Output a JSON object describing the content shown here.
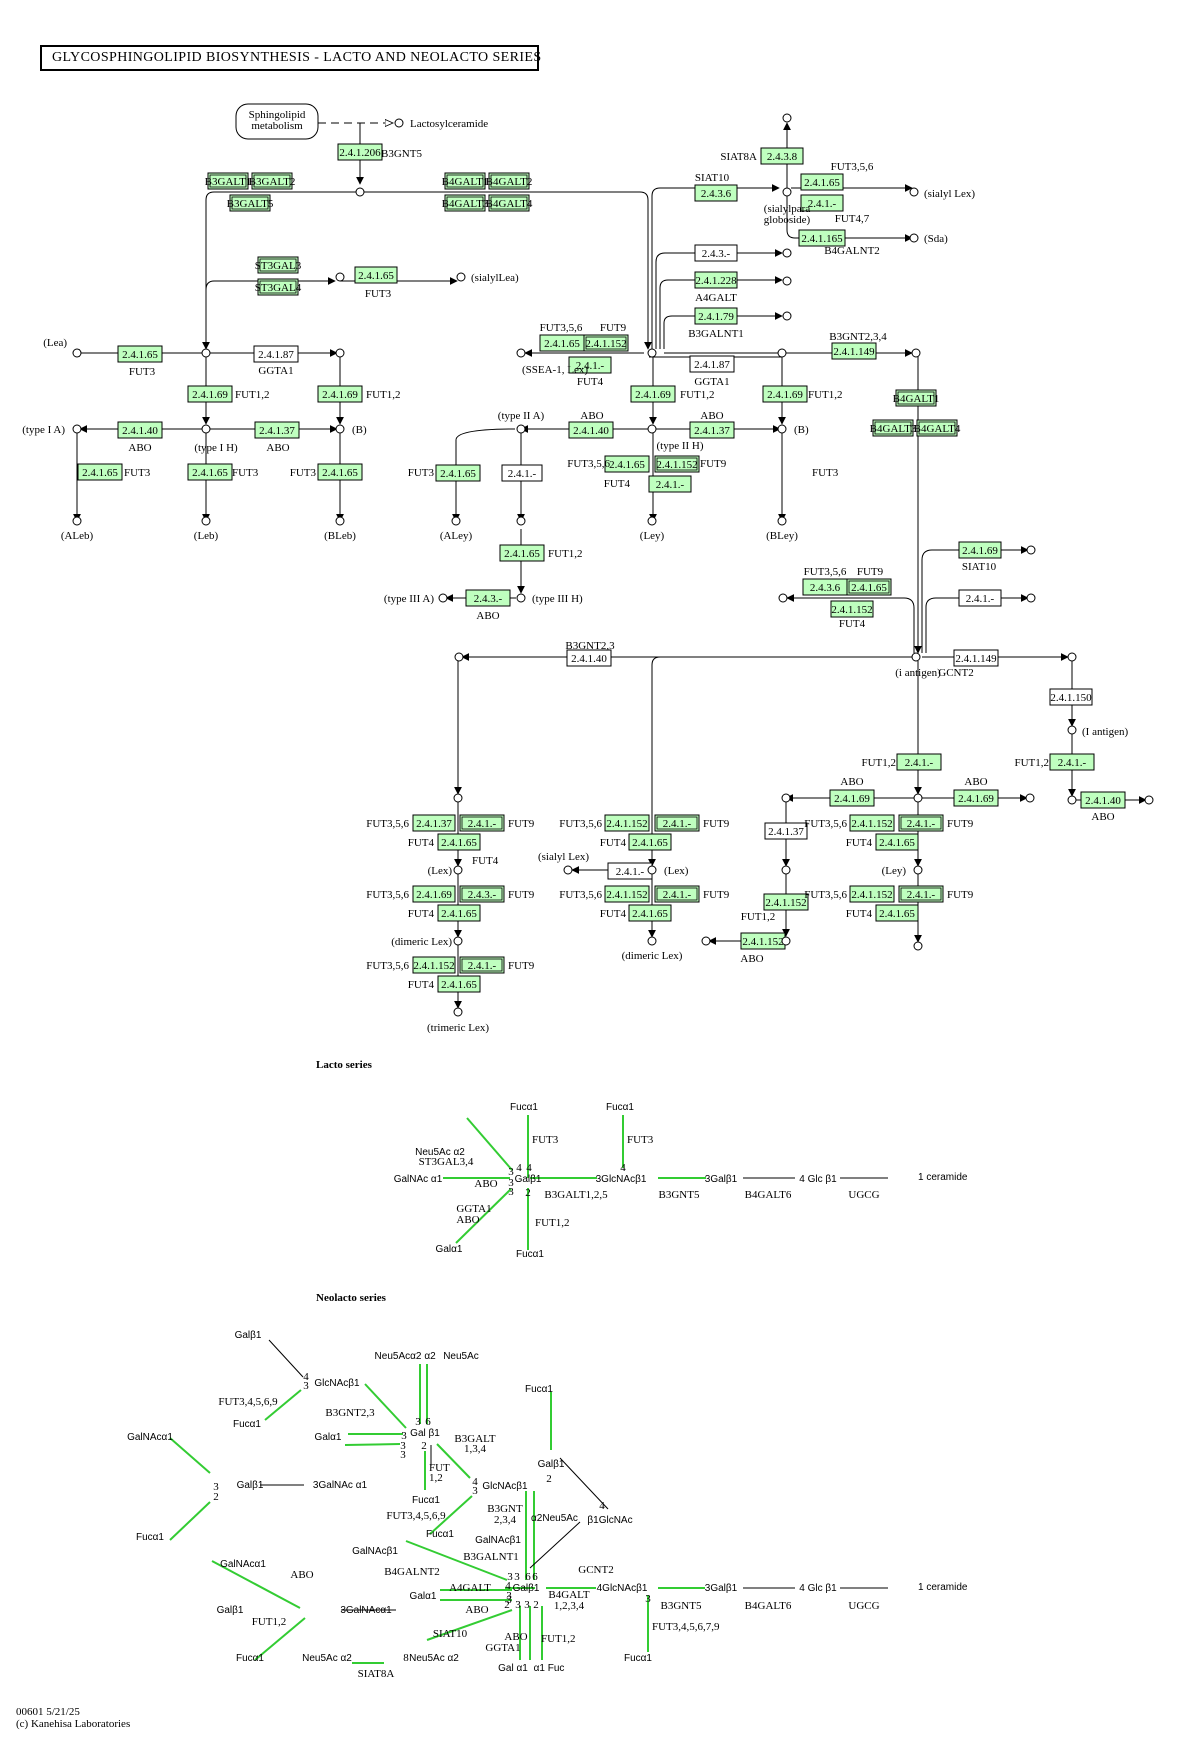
{
  "title": "GLYCOSPHINGOLIPID BIOSYNTHESIS - LACTO AND NEOLACTO SERIES",
  "footer": {
    "line1": "00601 5/21/25",
    "line2": "(c) Kanehisa Laboratories"
  },
  "colors": {
    "enzyme_fill": "#bfffbf",
    "linkage_line": "#33cc33",
    "stroke": "#000000",
    "background": "#ffffff"
  },
  "map_link": [
    "Sphingolipid",
    "metabolism"
  ],
  "enzyme_boxes": [
    "2.4.1.206",
    "B3GALT1",
    "B3GALT2",
    "B3GALT5",
    "B4GALT1",
    "B4GALT2",
    "B4GALT3",
    "B4GALT4",
    "2.4.3.8",
    "2.4.3.6",
    "2.4.1.65",
    "2.4.1.-",
    "2.4.1.165",
    "2.4.3.-",
    "2.4.1.228",
    "2.4.1.79",
    "ST3GAL3",
    "ST3GAL4",
    "2.4.1.65",
    "2.4.1.65",
    "2.4.1.87",
    "2.4.1.65",
    "2.4.1.152",
    "2.4.1.-",
    "2.4.1.87",
    "2.4.1.149",
    "2.4.1.69",
    "2.4.1.69",
    "2.4.1.69",
    "2.4.1.69",
    "B4GALT1",
    "B4GALT3",
    "B4GALT4",
    "2.4.1.40",
    "2.4.1.37",
    "2.4.1.40",
    "2.4.1.37",
    "2.4.1.65",
    "2.4.1.152",
    "2.4.1.-",
    "2.4.1.65",
    "2.4.1.65",
    "2.4.1.65",
    "2.4.1.65",
    "2.4.1.-",
    "2.4.1.65",
    "2.4.1.69",
    "2.4.3.6",
    "2.4.1.65",
    "2.4.1.152",
    "2.4.1.-",
    "2.4.3.-",
    "2.4.1.40",
    "2.4.1.149",
    "2.4.1.150",
    "2.4.1.-",
    "2.4.1.-",
    "2.4.1.69",
    "2.4.1.69",
    "2.4.1.40",
    "2.4.1.37",
    "2.4.1.37",
    "2.4.1.-",
    "2.4.1.65",
    "2.4.1.152",
    "2.4.1.-",
    "2.4.1.65",
    "2.4.1.152",
    "2.4.1.-",
    "2.4.1.65",
    "2.4.1.152",
    "2.4.1.-",
    "2.4.1.69",
    "2.4.3.-",
    "2.4.1.65",
    "2.4.1.152",
    "2.4.1.-",
    "2.4.1.65",
    "2.4.1.152",
    "2.4.1.-",
    "2.4.1.65",
    "2.4.1.152",
    "2.4.1.-",
    "2.4.1.65",
    "2.4.1.152",
    "2.4.1.-",
    "2.4.1.40"
  ],
  "labels": [
    "Lactosylceramide",
    "B3GNT5",
    "SIAT8A",
    "FUT3,5,6",
    "SIAT10",
    "(sialylpara",
    "globoside)",
    "(sialyl Lex)",
    "FUT4,7",
    "(Sda)",
    "B4GALNT2",
    "A4GALT",
    "B3GALNT1",
    "(sialylLea)",
    "FUT3",
    "(Lea)",
    "FUT3",
    "GGTA1",
    "FUT3,5,6",
    "FUT9",
    "(SSEA-1, Lex)",
    "FUT4",
    "GGTA1",
    "B3GNT2,3,4",
    "FUT1,2",
    "FUT1,2",
    "FUT1,2",
    "FUT1,2",
    "(type I A)",
    "ABO",
    "(type I H)",
    "ABO",
    "(B)",
    "(type II A)",
    "ABO",
    "ABO",
    "(type II H)",
    "(B)",
    "FUT3",
    "FUT3",
    "FUT3",
    "FUT3",
    "FUT3,5,6",
    "FUT9",
    "FUT4",
    "FUT3",
    "(ALeb)",
    "(Leb)",
    "(BLeb)",
    "(ALey)",
    "(Ley)",
    "(BLey)",
    "FUT1,2",
    "SIAT10",
    "FUT3,5,6",
    "FUT9",
    "FUT4",
    "(type III A)",
    "ABO",
    "(type III H)",
    "B3GNT2,3",
    "(i antigen)",
    "GCNT2",
    "(I antigen)",
    "FUT1,2",
    "FUT1,2",
    "ABO",
    "ABO",
    "ABO",
    "FUT3,5,6",
    "FUT9",
    "FUT3,5,6",
    "FUT9",
    "FUT3,5,6",
    "FUT9",
    "FUT4",
    "FUT4",
    "FUT4",
    "FUT4",
    "(sialyl Lex)",
    "(Lex)",
    "(Lex)",
    "(Ley)",
    "FUT3,5,6",
    "FUT9",
    "FUT3,5,6",
    "FUT9",
    "FUT3,5,6",
    "FUT9",
    "FUT4",
    "FUT4",
    "FUT4",
    "FUT1,2",
    "(dimeric Lex)",
    "(dimeric Lex)",
    "ABO",
    "FUT3,5,6",
    "FUT9",
    "FUT4",
    "(trimeric Lex)"
  ],
  "lacto": {
    "heading": "Lacto series",
    "labels": [
      "Fucα1",
      "Fucα1",
      "Neu5Ac α2",
      "FUT3",
      "FUT3",
      "ST3GAL3,4",
      "GalNAc α1",
      "ABO",
      "3",
      "4",
      "4",
      "3",
      "Galβ1",
      "3GlcNAcβ1",
      "3Galβ1",
      "4 Glc β1",
      "1 ceramide",
      "3",
      "2",
      "4",
      "B3GALT1,2,5",
      "B3GNT5",
      "B4GALT6",
      "UGCG",
      "GGTA1",
      "ABO",
      "FUT1,2",
      "Galα1",
      "Fucα1"
    ]
  },
  "neolacto": {
    "heading": "Neolacto series",
    "labels": [
      "Galβ1",
      "Neu5Acα2",
      "α2",
      "Neu5Ac",
      "4",
      "3",
      "GlcNAcβ1",
      "FUT3,4,5,6,9",
      "B3GNT2,3",
      "Fucα1",
      "3",
      "6",
      "Galα1",
      "3",
      "Gal β1",
      "B3GALT",
      "1,3,4",
      "3",
      "3",
      "2",
      "GalNAcα1",
      "3",
      "Galβ1",
      "3GalNAc α1",
      "FUT",
      "1,2",
      "2",
      "Fucα1",
      "4",
      "GlcNAcβ1",
      "3",
      "Fucα1",
      "2",
      "Galβ1",
      "Fucα1",
      "FUT3,4,5,6,9",
      "Fucα1",
      "B3GNT",
      "2,3,4",
      "α2Neu5Ac",
      "4",
      "β1GlcNAc",
      "GalNAcβ1",
      "GalNAcβ1",
      "B3GALNT1",
      "B4GALNT2",
      "GCNT2",
      "3",
      "3",
      "6",
      "6",
      "GalNAcα1",
      "ABO",
      "A4GALT",
      "4",
      "Galβ1",
      "4GlcNAcβ1",
      "3Galβ1",
      "4 Glc β1",
      "1 ceramide",
      "3",
      "2",
      "Galβ1",
      "3GalNAcα1",
      "Galα1",
      "3",
      "3",
      "3",
      "2",
      "B4GALT",
      "1,2,3,4",
      "B3GNT5",
      "B4GALT6",
      "UGCG",
      "FUT1,2",
      "ABO",
      "SIAT10",
      "ABO",
      "3",
      "FUT3,4,5,6,7,9",
      "GGTA1",
      "FUT1,2",
      "Fucα1",
      "Neu5Ac α2",
      "8",
      "Neu5Ac α2",
      "Gal α1",
      "α1 Fuc",
      "SIAT8A",
      "Fucα1"
    ]
  }
}
